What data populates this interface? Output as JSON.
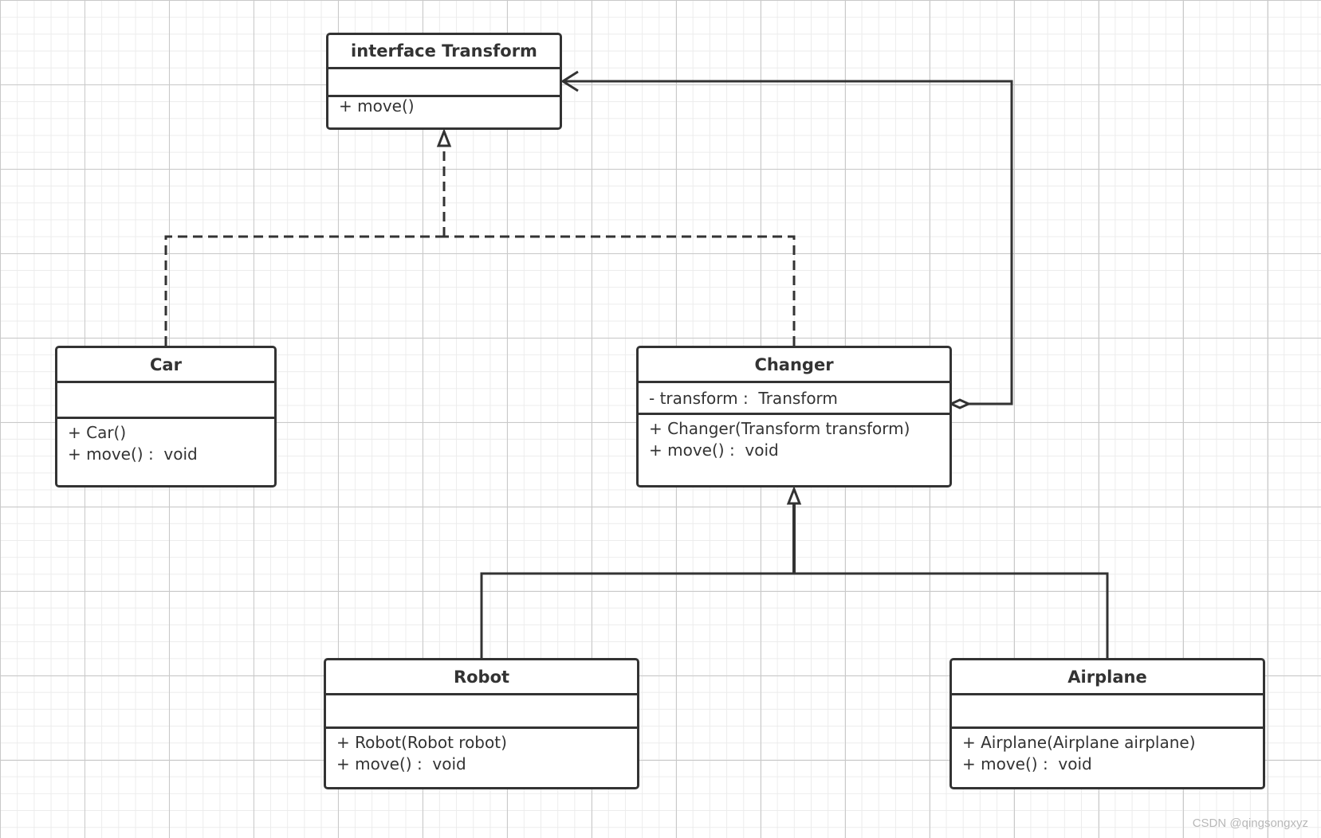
{
  "classes": {
    "transform": {
      "name": "interface Transform",
      "attributes": [],
      "methods": [
        "+ move()"
      ]
    },
    "car": {
      "name": "Car",
      "attributes": [],
      "methods": [
        "+ Car()",
        "+ move() :  void"
      ]
    },
    "changer": {
      "name": "Changer",
      "attributes": [
        "- transform :  Transform"
      ],
      "methods": [
        "+ Changer(Transform transform)",
        "+ move() :  void"
      ]
    },
    "robot": {
      "name": "Robot",
      "attributes": [],
      "methods": [
        "+ Robot(Robot robot)",
        "+ move() :  void"
      ]
    },
    "airplane": {
      "name": "Airplane",
      "attributes": [],
      "methods": [
        "+ Airplane(Airplane airplane)",
        "+ move() :  void"
      ]
    }
  },
  "relationships": [
    {
      "type": "realization",
      "from": "Car",
      "to": "interface Transform"
    },
    {
      "type": "realization",
      "from": "Changer",
      "to": "interface Transform"
    },
    {
      "type": "generalization",
      "from": "Robot",
      "to": "Changer"
    },
    {
      "type": "generalization",
      "from": "Airplane",
      "to": "Changer"
    },
    {
      "type": "aggregation",
      "from": "Changer",
      "to": "interface Transform"
    }
  ],
  "colors": {
    "stroke": "#333333",
    "grid_major": "#c9c9c9",
    "grid_minor": "#ececec"
  },
  "watermark": "CSDN @qingsongxyz"
}
